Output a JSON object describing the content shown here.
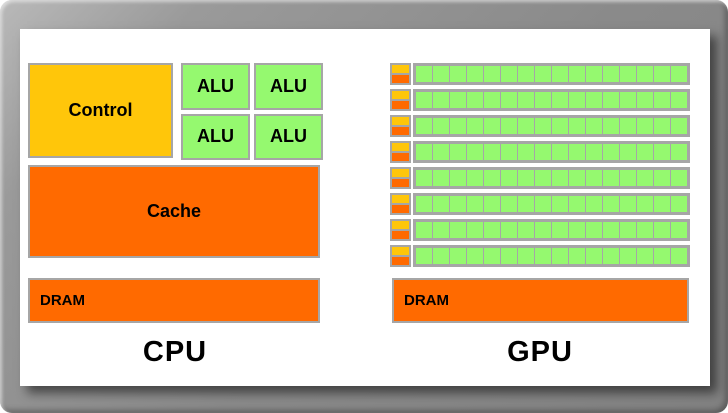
{
  "diagram": {
    "cpu": {
      "title": "CPU",
      "control_label": "Control",
      "alu_label": "ALU",
      "alu_count": 4,
      "cache_label": "Cache",
      "dram_label": "DRAM"
    },
    "gpu": {
      "title": "GPU",
      "dram_label": "DRAM",
      "grid": {
        "rows": 8,
        "columns": 16
      }
    }
  },
  "colors": {
    "control_yellow": "#FFC60A",
    "memory_orange": "#FF6A00",
    "alu_green": "#95F96F",
    "block_border_gray": "#A6A6A6",
    "frame_gray": "#8A8A8A"
  }
}
